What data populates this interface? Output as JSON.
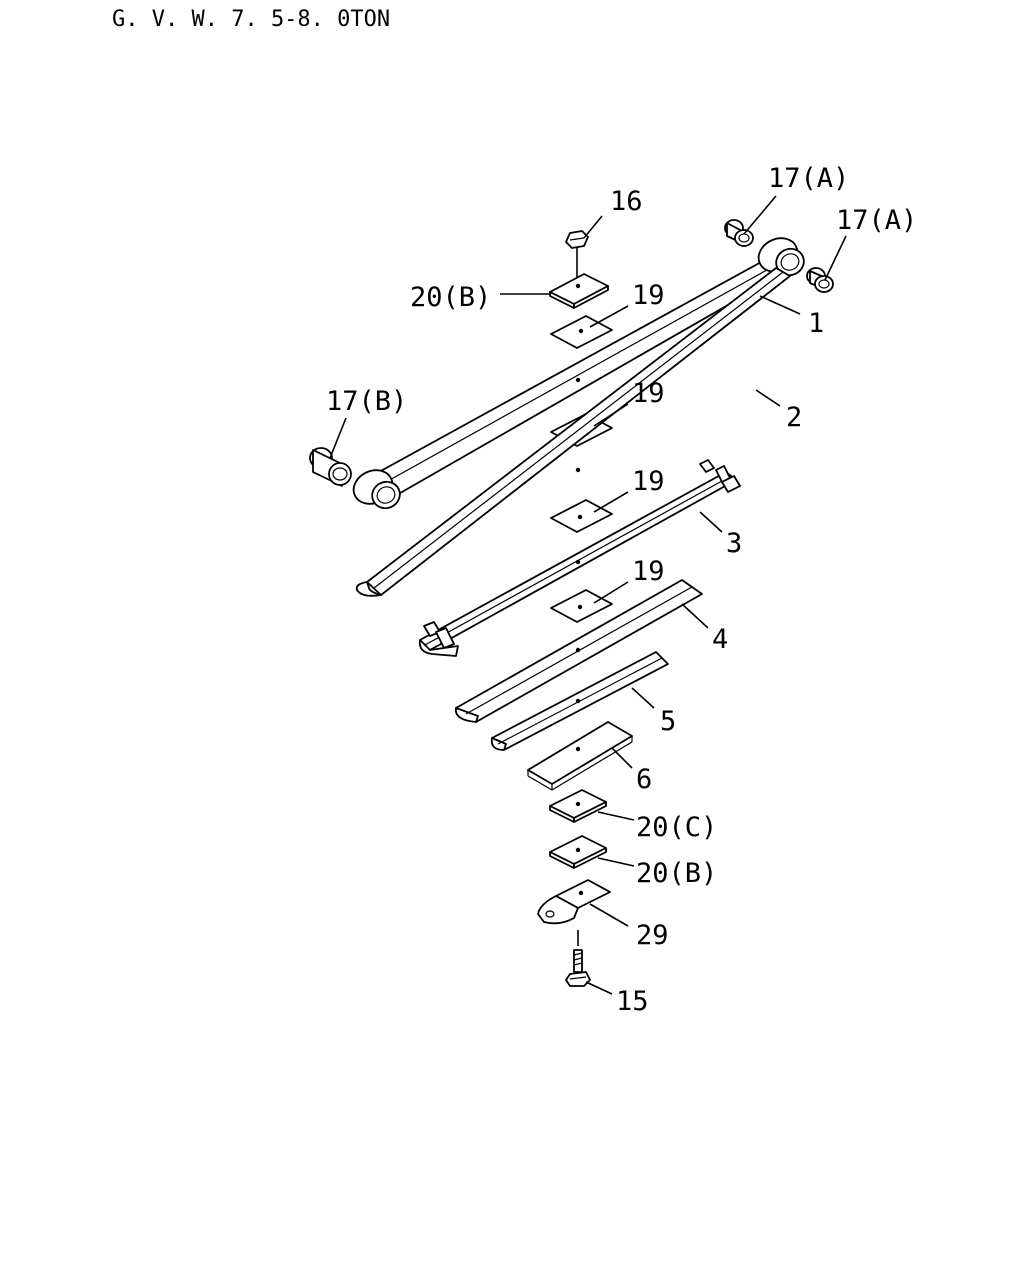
{
  "header": {
    "title": "G. V. W.  7. 5-8. 0TON"
  },
  "callouts": {
    "c16": "16",
    "c17a_1": "17(A)",
    "c17a_2": "17(A)",
    "c20b_top": "20(B)",
    "c19_1": "19",
    "c1": "1",
    "c17b": "17(B)",
    "c19_2": "19",
    "c2": "2",
    "c19_3": "19",
    "c3": "3",
    "c19_4": "19",
    "c4": "4",
    "c5": "5",
    "c6": "6",
    "c20c": "20(C)",
    "c20b_bottom": "20(B)",
    "c29": "29",
    "c15": "15"
  }
}
